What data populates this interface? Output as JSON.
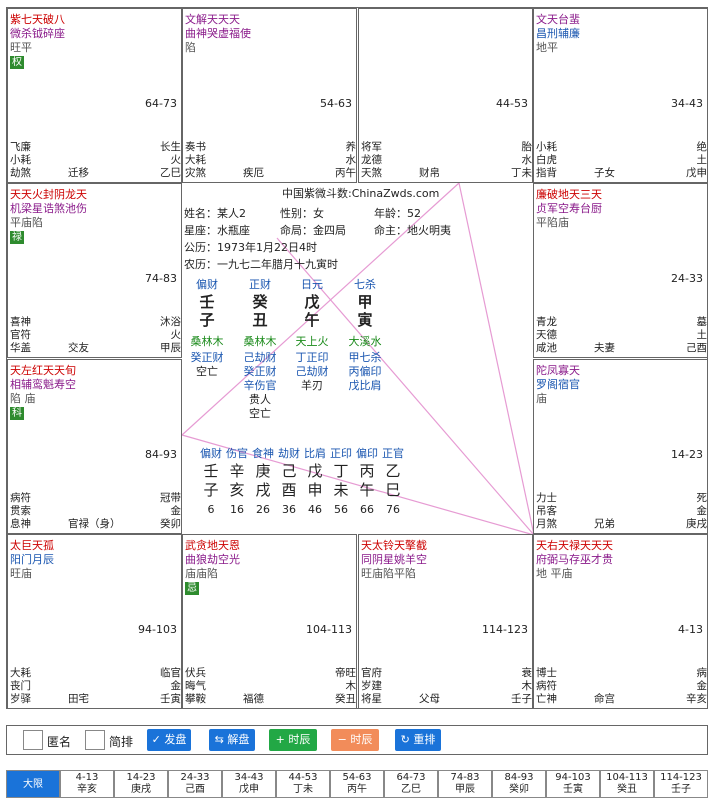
{
  "palaces": [
    {
      "id": "si",
      "stars": [
        [
          "紫七天破八",
          "red"
        ],
        [
          "微杀钺碎座",
          "purple"
        ],
        [
          "旺平",
          "gray"
        ]
      ],
      "badge": "权",
      "range": "64-73",
      "gods": [
        [
          "飞廉",
          "",
          "长生"
        ],
        [
          "小耗",
          "",
          "火"
        ],
        [
          "劫煞",
          "迁移",
          "乙巳"
        ]
      ]
    },
    {
      "id": "wu",
      "stars": [
        [
          "文解天天天",
          "purple"
        ],
        [
          "曲神哭虚福使",
          "purple"
        ],
        [
          "陷",
          "gray"
        ]
      ],
      "badge": "",
      "range": "54-63",
      "gods": [
        [
          "奏书",
          "",
          "养"
        ],
        [
          "大耗",
          "",
          "水"
        ],
        [
          "灾煞",
          "疾厄",
          "丙午"
        ]
      ]
    },
    {
      "id": "wei",
      "stars": [],
      "badge": "",
      "range": "44-53",
      "gods": [
        [
          "将军",
          "",
          "胎"
        ],
        [
          "龙德",
          "",
          "水"
        ],
        [
          "天煞",
          "财帛",
          "丁未"
        ]
      ]
    },
    {
      "id": "shen",
      "stars": [
        [
          "文天台蜚",
          "purple"
        ],
        [
          "昌刑辅廉",
          "blue"
        ],
        [
          "地平",
          "gray"
        ]
      ],
      "badge": "",
      "range": "34-43",
      "gods": [
        [
          "小耗",
          "",
          "绝"
        ],
        [
          "白虎",
          "",
          "土"
        ],
        [
          "指背",
          "子女",
          "戊申"
        ]
      ]
    },
    {
      "id": "chen",
      "stars": [
        [
          "天天火封阴龙天",
          "red"
        ],
        [
          "机梁星诰煞池伤",
          "purple"
        ],
        [
          "平庙陷",
          "gray"
        ]
      ],
      "badge": "禄",
      "range": "74-83",
      "gods": [
        [
          "喜神",
          "",
          "沐浴"
        ],
        [
          "官符",
          "",
          "火"
        ],
        [
          "华盖",
          "交友",
          "甲辰"
        ]
      ]
    },
    {
      "id": "you",
      "stars": [
        [
          "廉破地天三天",
          "red"
        ],
        [
          "贞军空寿台厨",
          "purple"
        ],
        [
          "平陷庙",
          "gray"
        ]
      ],
      "badge": "",
      "range": "24-33",
      "gods": [
        [
          "青龙",
          "",
          "墓"
        ],
        [
          "天德",
          "",
          "土"
        ],
        [
          "咸池",
          "夫妻",
          "己酉"
        ]
      ]
    },
    {
      "id": "mao",
      "stars": [
        [
          "天左红天天旬",
          "red"
        ],
        [
          "相辅鸾魁寿空",
          "purple"
        ],
        [
          "陷  庙",
          "gray"
        ]
      ],
      "badge": "科",
      "range": "84-93",
      "gods": [
        [
          "病符",
          "",
          "冠带"
        ],
        [
          "贯索",
          "",
          "金"
        ],
        [
          "息神",
          "官禄（身）",
          "癸卯"
        ]
      ]
    },
    {
      "id": "xu",
      "stars": [
        [
          "陀凤寡天",
          "purple"
        ],
        [
          "罗阁宿官",
          "blue"
        ],
        [
          "庙",
          "gray"
        ]
      ],
      "badge": "",
      "range": "14-23",
      "gods": [
        [
          "力士",
          "",
          "死"
        ],
        [
          "吊客",
          "",
          "金"
        ],
        [
          "月煞",
          "兄弟",
          "庚戌"
        ]
      ]
    },
    {
      "id": "yin",
      "stars": [
        [
          "太巨天孤",
          "red"
        ],
        [
          "阳门月辰",
          "blue"
        ],
        [
          "旺庙",
          "gray"
        ]
      ],
      "badge": "",
      "range": "94-103",
      "gods": [
        [
          "大耗",
          "",
          "临官"
        ],
        [
          "丧门",
          "",
          "金"
        ],
        [
          "岁驿",
          "田宅",
          "壬寅"
        ]
      ]
    },
    {
      "id": "chou",
      "stars": [
        [
          "武贪地天恩",
          "red"
        ],
        [
          "曲狼劫空光",
          "purple"
        ],
        [
          "庙庙陷",
          "gray"
        ]
      ],
      "badge": "忌",
      "range": "104-113",
      "gods": [
        [
          "伏兵",
          "",
          "帝旺"
        ],
        [
          "晦气",
          "",
          "木"
        ],
        [
          "攀鞍",
          "福德",
          "癸丑"
        ]
      ]
    },
    {
      "id": "zi",
      "stars": [
        [
          "天太铃天擎截",
          "red"
        ],
        [
          "同阴星姚羊空",
          "purple"
        ],
        [
          "旺庙陷平陷",
          "gray"
        ]
      ],
      "badge": "",
      "range": "114-123",
      "gods": [
        [
          "官府",
          "",
          "衰"
        ],
        [
          "岁建",
          "",
          "木"
        ],
        [
          "将星",
          "父母",
          "壬子"
        ]
      ]
    },
    {
      "id": "hai",
      "stars": [
        [
          "天右天禄天天天",
          "red"
        ],
        [
          "府弼马存巫才贵",
          "purple"
        ],
        [
          "地    平庙",
          "gray"
        ]
      ],
      "badge": "",
      "range": "4-13",
      "gods": [
        [
          "博士",
          "",
          "病"
        ],
        [
          "病符",
          "",
          "金"
        ],
        [
          "亡神",
          "命宫",
          "辛亥"
        ]
      ]
    }
  ],
  "center": {
    "site": "中国紫微斗数:ChinaZwds.com",
    "name": "姓名：某人2",
    "gender": "性别：女",
    "age": "年龄：52",
    "ming": "星座：水瓶座",
    "ju": "命局：金四局",
    "zhu": "命主：地火明夷",
    "solar": "公历：1973年1月22日4时",
    "lunar": "农历：一九七二年腊月十九寅时",
    "pillars": [
      {
        "god": "偏财",
        "stem": "壬",
        "branch": "子",
        "nayin": "桑林木",
        "hidden": [
          "癸正财"
        ],
        "shensha": [
          "空亡"
        ]
      },
      {
        "god": "正财",
        "stem": "癸",
        "branch": "丑",
        "nayin": "桑林木",
        "hidden": [
          "己劫财",
          "癸正财",
          "辛伤官"
        ],
        "shensha": [
          "贵人",
          "空亡"
        ]
      },
      {
        "god": "日元",
        "stem": "戊",
        "branch": "午",
        "nayin": "天上火",
        "hidden": [
          "丁正印",
          "己劫财"
        ],
        "shensha": [
          "羊刃"
        ]
      },
      {
        "god": "七杀",
        "stem": "甲",
        "branch": "寅",
        "nayin": "大溪水",
        "hidden": [
          "甲七杀",
          "丙偏印",
          "戊比肩"
        ],
        "shensha": []
      }
    ],
    "dayun_gods": [
      "偏财",
      "伤官",
      "食神",
      "劫财",
      "比肩",
      "正印",
      "偏印",
      "正官"
    ],
    "dayun_stems": [
      "壬",
      "辛",
      "庚",
      "己",
      "戊",
      "丁",
      "丙",
      "乙"
    ],
    "dayun_branches": [
      "子",
      "亥",
      "戌",
      "酉",
      "申",
      "未",
      "午",
      "巳"
    ],
    "dayun_ages": [
      "6",
      "16",
      "26",
      "36",
      "46",
      "56",
      "66",
      "76"
    ]
  },
  "controls": {
    "hide_name": "匿名",
    "simple": "简排",
    "start": "✓ 发盘",
    "reverse": "⇆ 解盘",
    "plus": "+ 时辰",
    "minus": "− 时辰",
    "reset": "↻ 重排"
  },
  "dayun": [
    {
      "r": "大限",
      "b": ""
    },
    {
      "r": "4-13",
      "b": "辛亥"
    },
    {
      "r": "14-23",
      "b": "庚戌"
    },
    {
      "r": "24-33",
      "b": "己酉"
    },
    {
      "r": "34-43",
      "b": "戊申"
    },
    {
      "r": "44-53",
      "b": "丁未"
    },
    {
      "r": "54-63",
      "b": "丙午"
    },
    {
      "r": "64-73",
      "b": "乙巳"
    },
    {
      "r": "74-83",
      "b": "甲辰"
    },
    {
      "r": "84-93",
      "b": "癸卯"
    },
    {
      "r": "94-103",
      "b": "壬寅"
    },
    {
      "r": "104-113",
      "b": "癸丑"
    },
    {
      "r": "114-123",
      "b": "壬子"
    }
  ],
  "colors": {
    "badge": "#2e8b2e",
    "btn_blue": "#1a73d9",
    "btn_green": "#22a845",
    "btn_orange": "#f28c5a",
    "line": "#e69bd3"
  }
}
